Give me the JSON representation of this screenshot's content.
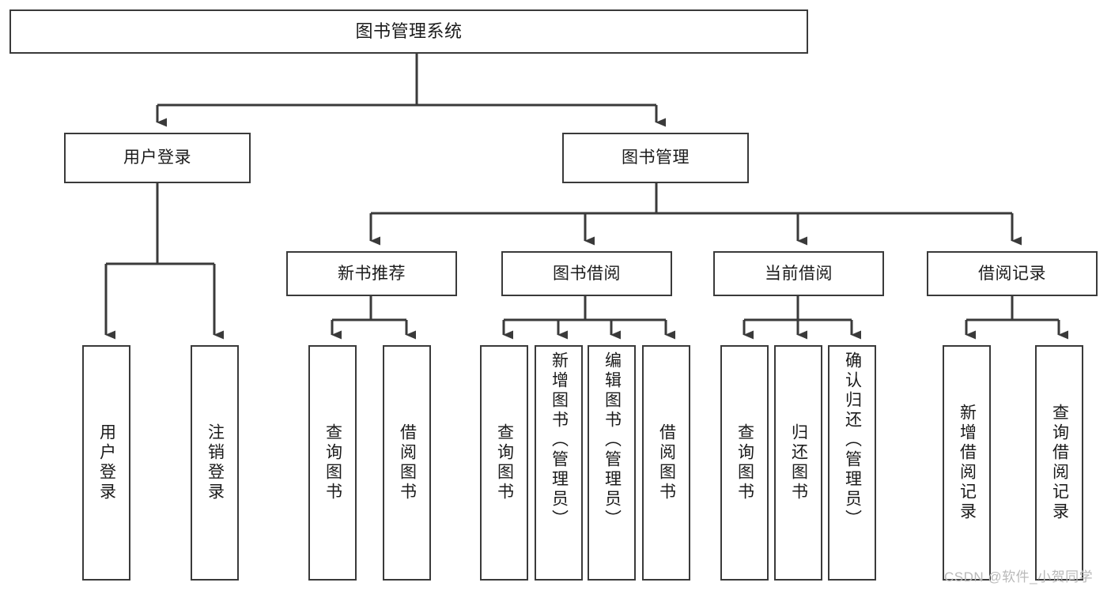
{
  "diagram": {
    "title": "图书管理系统",
    "type": "tree-hierarchy",
    "levels": 4
  },
  "root": {
    "label": "图书管理系统"
  },
  "level2": [
    {
      "label": "用户登录"
    },
    {
      "label": "图书管理"
    }
  ],
  "level3": [
    {
      "label": "新书推荐"
    },
    {
      "label": "图书借阅"
    },
    {
      "label": "当前借阅"
    },
    {
      "label": "借阅记录"
    }
  ],
  "leaves": {
    "user_login": [
      {
        "label": "用户登录"
      },
      {
        "label": "注销登录"
      }
    ],
    "new_book_recommend": [
      {
        "label": "查询图书"
      },
      {
        "label": "借阅图书"
      }
    ],
    "book_borrow": [
      {
        "label": "查询图书"
      },
      {
        "label": "新增图书（管理员）"
      },
      {
        "label": "编辑图书（管理员）"
      },
      {
        "label": "借阅图书"
      }
    ],
    "current_borrow": [
      {
        "label": "查询图书"
      },
      {
        "label": "归还图书"
      },
      {
        "label": "确认归还（管理员）"
      }
    ],
    "borrow_record": [
      {
        "label": "新增借阅记录"
      },
      {
        "label": "查询借阅记录"
      }
    ]
  },
  "watermark": {
    "text": "CSDN @软件_小贺同学"
  },
  "colors": {
    "stroke": "#3a3a3a",
    "text": "#1b1b1b",
    "background": "#ffffff",
    "watermark": "#b9b9b9"
  }
}
